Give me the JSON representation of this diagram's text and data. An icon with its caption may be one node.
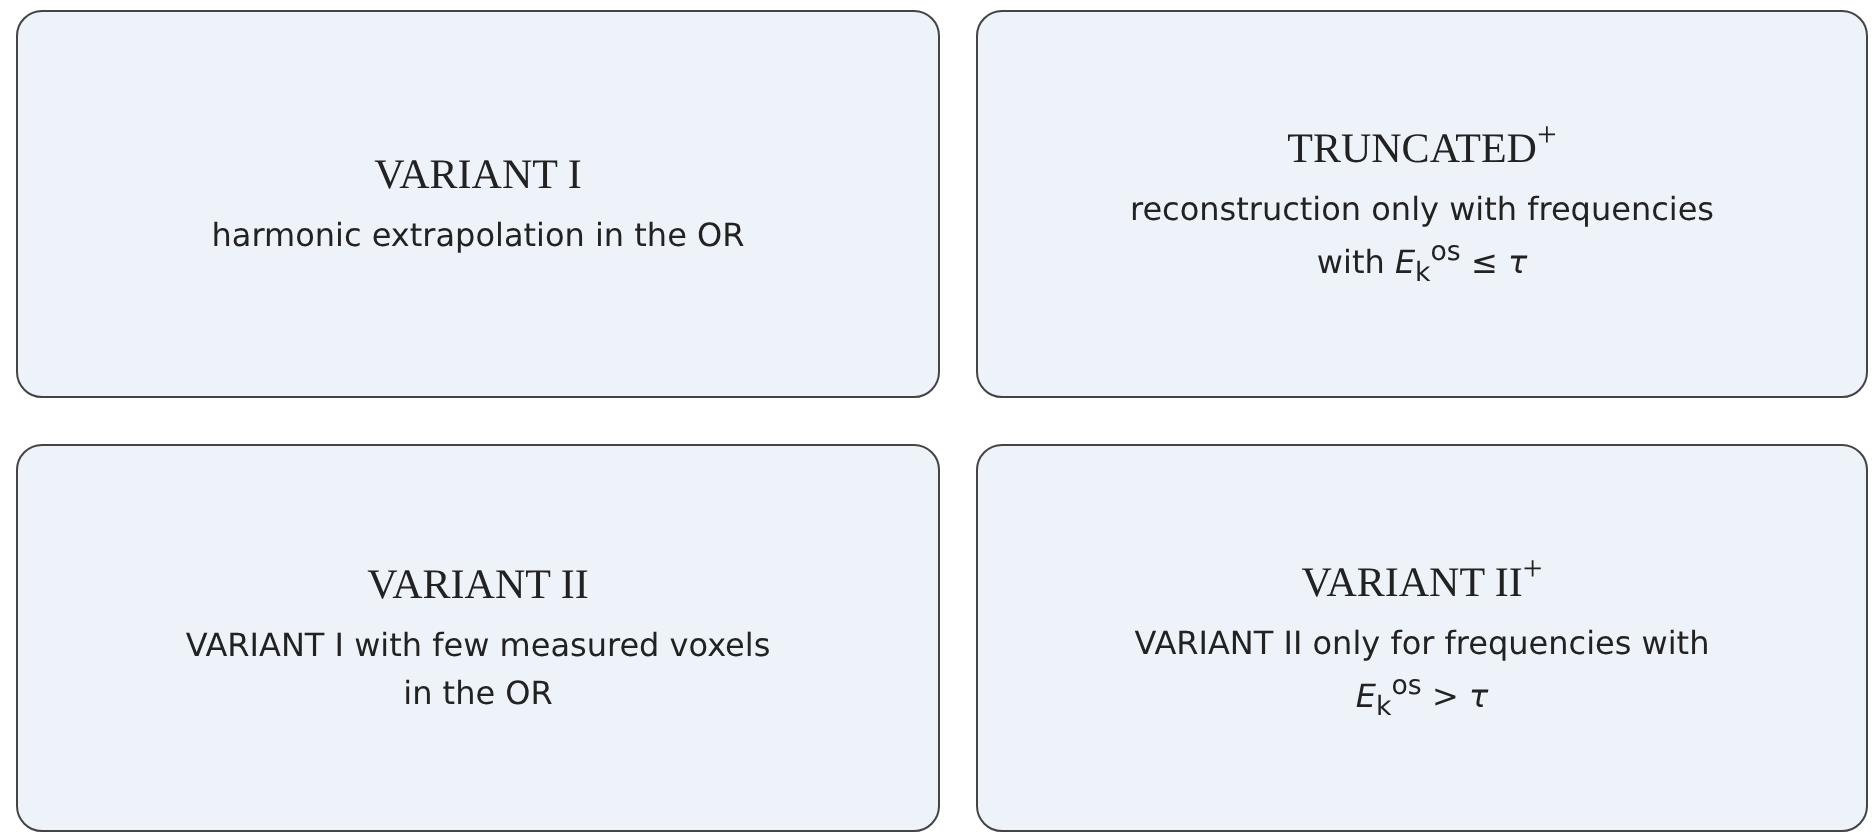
{
  "diagram": {
    "nodes": [
      {
        "text": [
          "VARIANT I",
          "harmonic extrapolation in the OR"
        ]
      },
      {
        "text": [
          "TRUNCATED$^{+}$",
          "reconstruction only with frequencies with *E*$_{k}$$^{os}$ ≤ *τ*"
        ]
      },
      {
        "text": [
          "VARIANT II",
          "VARIANT I with few measured voxels in the OR"
        ]
      },
      {
        "text": [
          "VARIANT II$^{+}$",
          "VARIANT II only for frequencies with *E*$_{k}$$^{os}$ > *τ*"
        ]
      }
    ]
  }
}
